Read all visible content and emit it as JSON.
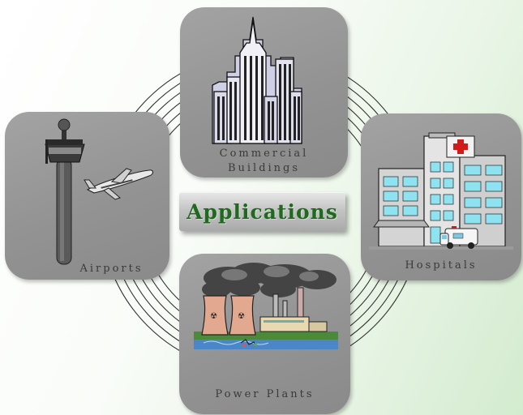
{
  "center": {
    "title": "Applications"
  },
  "panels": {
    "commercial": {
      "label_line1": "Commercial",
      "label_line2": "Buildings",
      "icon": "skyscraper-icon"
    },
    "airports": {
      "label": "Airports",
      "icon": "control-tower-icon"
    },
    "hospitals": {
      "label": "Hospitals",
      "icon": "hospital-icon"
    },
    "power": {
      "label": "Power Plants",
      "icon": "power-plant-icon"
    }
  },
  "colors": {
    "title_text": "#1f6a1f",
    "panel_gray": "#969696",
    "ring_stroke": "#333333",
    "background_tint": "#d3ebcf"
  }
}
